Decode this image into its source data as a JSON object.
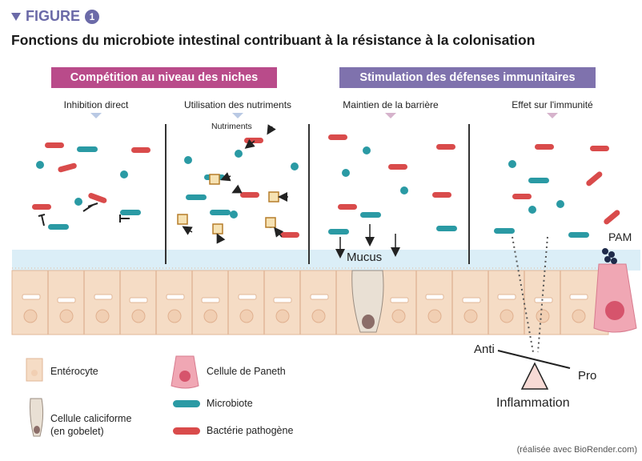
{
  "figure": {
    "label": "FIGURE",
    "number": "1",
    "title": "Fonctions du microbiote intestinal contribuant à la résistance à la colonisation"
  },
  "banners": {
    "left": "Compétition au niveau des niches",
    "right": "Stimulation des défenses immunitaires"
  },
  "panels": [
    {
      "title": "Inhibition direct",
      "marker_color": "#b9c9e4"
    },
    {
      "title": "Utilisation des nutriments",
      "marker_color": "#b9c9e4"
    },
    {
      "title": "Maintien de la barrière",
      "marker_color": "#d6b3cc"
    },
    {
      "title": "Effet sur l'immunité",
      "marker_color": "#d6b3cc"
    }
  ],
  "labels": {
    "nutrients": "Nutriments",
    "mucus": "Mucus",
    "pam": "PAM",
    "anti": "Anti",
    "pro": "Pro",
    "inflammation": "Inflammation"
  },
  "legend": {
    "enterocyte": "Entérocyte",
    "goblet": "Cellule caliciforme\n(en gobelet)",
    "paneth": "Cellule de Paneth",
    "microbiota": "Microbiote",
    "pathogen": "Bactérie pathogène"
  },
  "colors": {
    "microbiota": "#2a9aa4",
    "pathogen": "#d94b4b",
    "nutrient": "#c8943c",
    "epithelium": "#f5dcc5",
    "mucus": "#dbeef7"
  },
  "credit": "(réalisée avec BioRender.com)"
}
